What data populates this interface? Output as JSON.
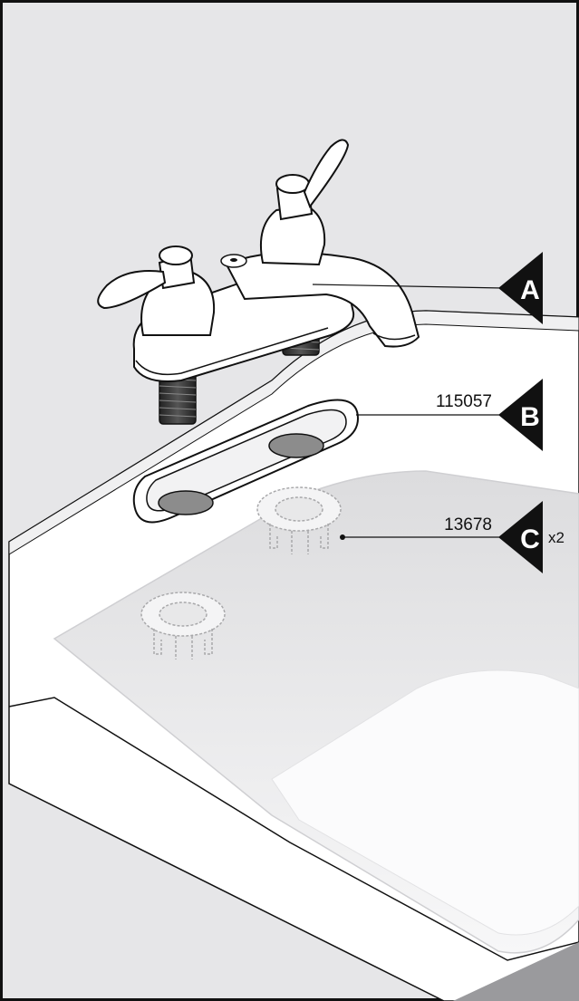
{
  "callouts": [
    {
      "letter": "A",
      "part_number": "",
      "quantity": ""
    },
    {
      "letter": "B",
      "part_number": "115057",
      "quantity": ""
    },
    {
      "letter": "C",
      "part_number": "13678",
      "quantity": "x2"
    }
  ],
  "colors": {
    "background": "#e6e6e8",
    "frame": "#111111",
    "sink_top": "#ffffff",
    "basin": "#f2f2f3",
    "callout": "#111111",
    "drain_hole": "#8c8c8c"
  }
}
